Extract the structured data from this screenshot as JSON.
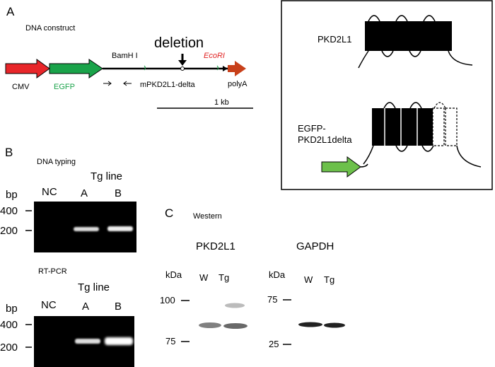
{
  "panel_a": {
    "label": "A",
    "title": "DNA construct",
    "deletion": "deletion",
    "bamhi": "BamH I",
    "ecori": "EcoRI",
    "cmv": "CMV",
    "egfp": "EGFP",
    "mpkd": "mPKD2L1-delta",
    "polya": "polyA",
    "scale": "1 kb",
    "colors": {
      "cmv": "#e8262a",
      "egfp": "#1aa34a",
      "polya": "#c8401a",
      "ecori": "#e02020"
    }
  },
  "topology": {
    "pkd2l1": "PKD2L1",
    "egfp_line1": "EGFP-",
    "egfp_line2": "PKD2L1delta",
    "arrow_color": "#6cc04a"
  },
  "panel_b": {
    "label": "B",
    "dna_title": "DNA typing",
    "rt_title": "RT-PCR",
    "tg_line": "Tg line",
    "bp": "bp",
    "lanes": [
      "NC",
      "A",
      "B"
    ],
    "ladder": [
      "400",
      "200"
    ]
  },
  "panel_c": {
    "label": "C",
    "title": "Western",
    "pkd": "PKD2L1",
    "gapdh": "GAPDH",
    "kda": "kDa",
    "lanes": [
      "W",
      "Tg"
    ],
    "pkd_ladder": [
      "100",
      "75"
    ],
    "gapdh_ladder": [
      "75",
      "25"
    ]
  }
}
